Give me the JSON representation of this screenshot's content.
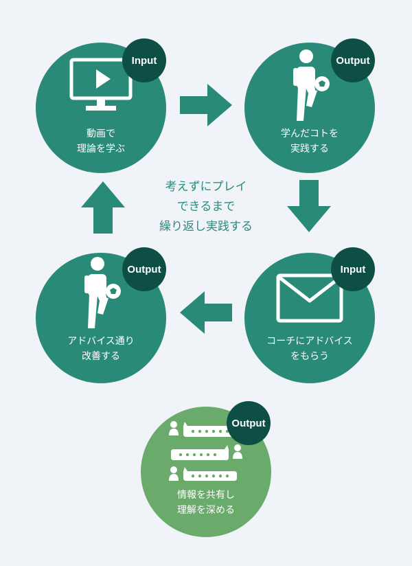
{
  "colors": {
    "background": "#f0f4f8",
    "circle": "#2a8a78",
    "circle_light": "#6aab6c",
    "badge": "#0d4f44",
    "text_white": "#ffffff",
    "center_text": "#2a8a78"
  },
  "center": {
    "line1": "考えずにプレイ",
    "line2": "できるまで",
    "line3": "繰り返し実践する"
  },
  "nodes": {
    "learn_theory": {
      "badge": "Input",
      "icon": "video-monitor-icon",
      "line1": "動画で",
      "line2": "理論を学ぶ"
    },
    "practice": {
      "badge": "Output",
      "icon": "soccer-player-icon",
      "line1": "学んだコトを",
      "line2": "実践する"
    },
    "coach_advice": {
      "badge": "Input",
      "icon": "envelope-icon",
      "line1": "コーチにアドバイス",
      "line2": "をもらう"
    },
    "improve": {
      "badge": "Output",
      "icon": "soccer-player-icon",
      "line1": "アドバイス通り",
      "line2": "改善する"
    },
    "share": {
      "badge": "Output",
      "icon": "chat-users-icon",
      "line1": "情報を共有し",
      "line2": "理解を深める"
    }
  }
}
